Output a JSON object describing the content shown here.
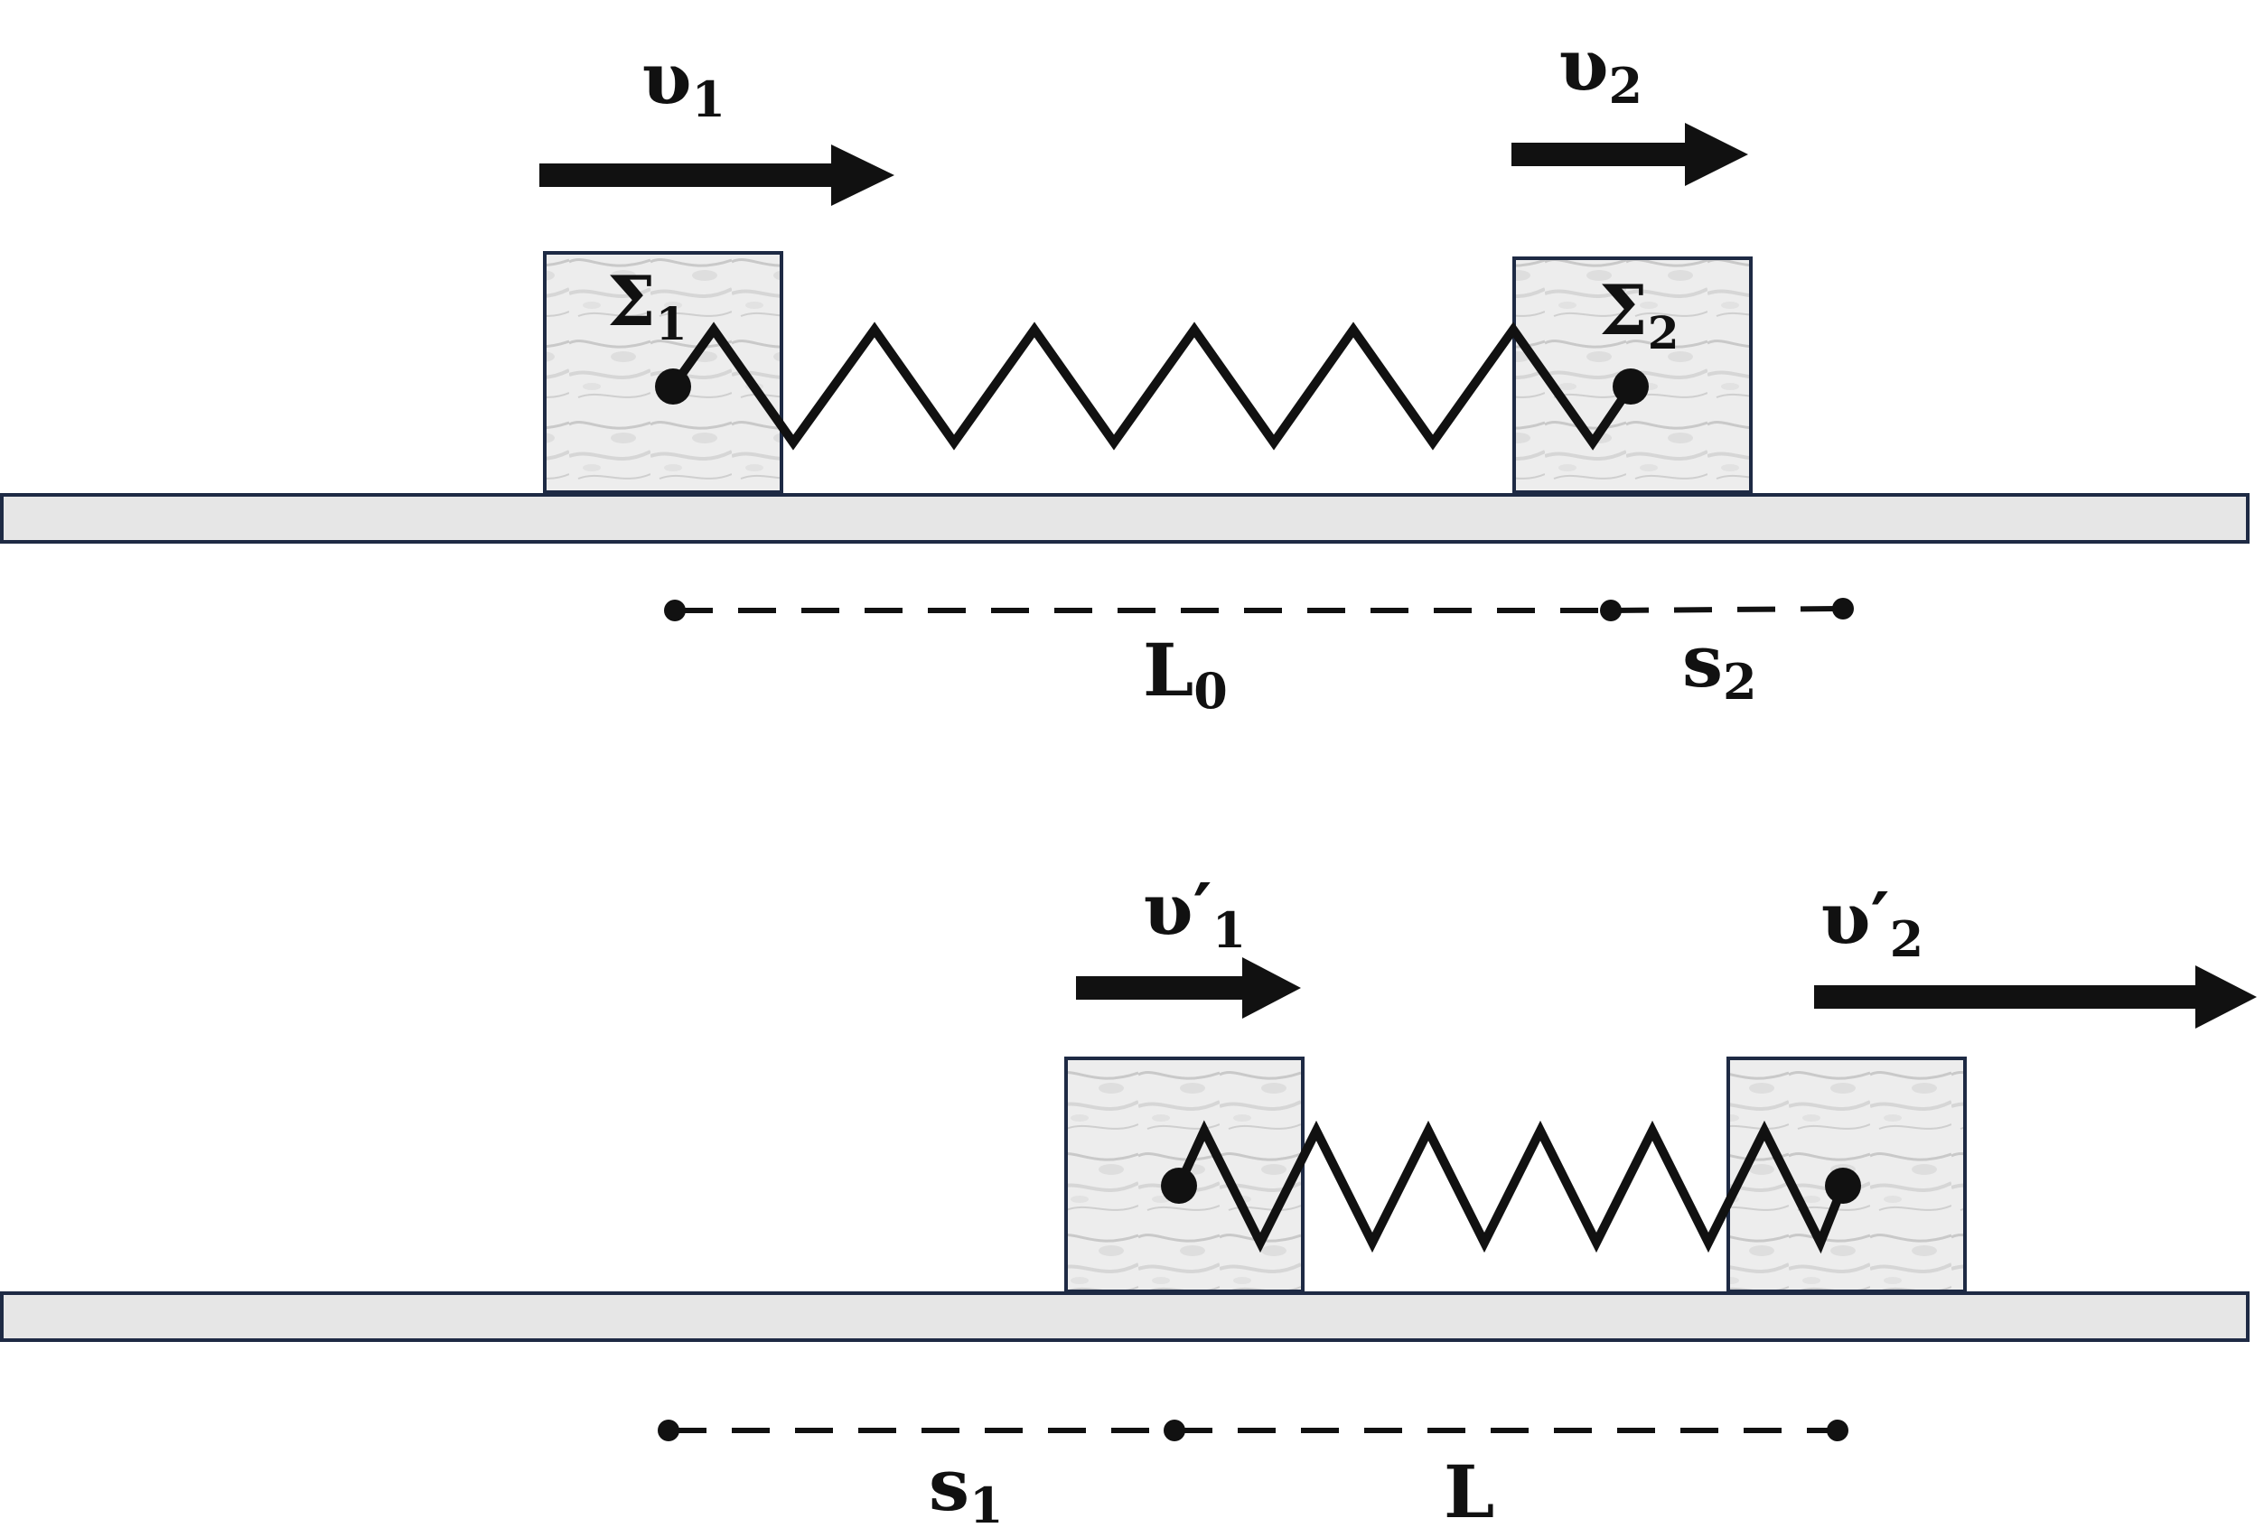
{
  "colors": {
    "ink": "#111111",
    "block_border": "#1e2a44",
    "block_fill": "#eeeeee",
    "rail_fill": "#e6e6e6",
    "rail_border": "#1e2a44"
  },
  "icons": {
    "arrow": "right-arrow-icon",
    "spring": "spring-icon",
    "pin": "attachment-dot-icon"
  },
  "top": {
    "v1": {
      "symbol": "υ",
      "sub": "1"
    },
    "v2": {
      "symbol": "υ",
      "sub": "2"
    },
    "block1": {
      "symbol": "Σ",
      "sub": "1"
    },
    "block2": {
      "symbol": "Σ",
      "sub": "2"
    },
    "length": {
      "symbol": "L",
      "sub": "0"
    },
    "disp": {
      "symbol": "s",
      "sub": "2"
    }
  },
  "bottom": {
    "v1p": {
      "symbol": "υ′",
      "sub": "1"
    },
    "v2p": {
      "symbol": "υ′",
      "sub": "2"
    },
    "disp": {
      "symbol": "s",
      "sub": "1"
    },
    "length": {
      "symbol": "L",
      "sub": ""
    }
  }
}
